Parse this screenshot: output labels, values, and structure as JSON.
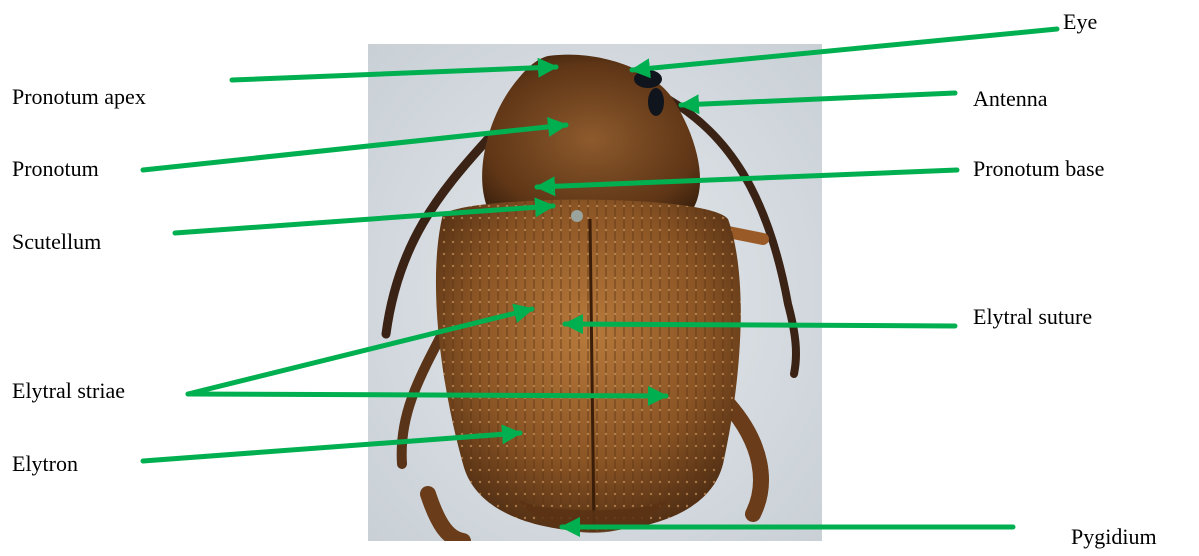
{
  "figure": {
    "photo_alt": "Beetle, dorsal view",
    "arrow_color": "#00b050",
    "labels": {
      "pronotum_apex": "Pronotum apex",
      "pronotum": "Pronotum",
      "scutellum": "Scutellum",
      "elytral_striae": "Elytral striae",
      "elytron": "Elytron",
      "eye": "Eye",
      "antenna": "Antenna",
      "pronotum_base": "Pronotum base",
      "elytral_suture": "Elytral suture",
      "pygidium": "Pygidium"
    }
  }
}
